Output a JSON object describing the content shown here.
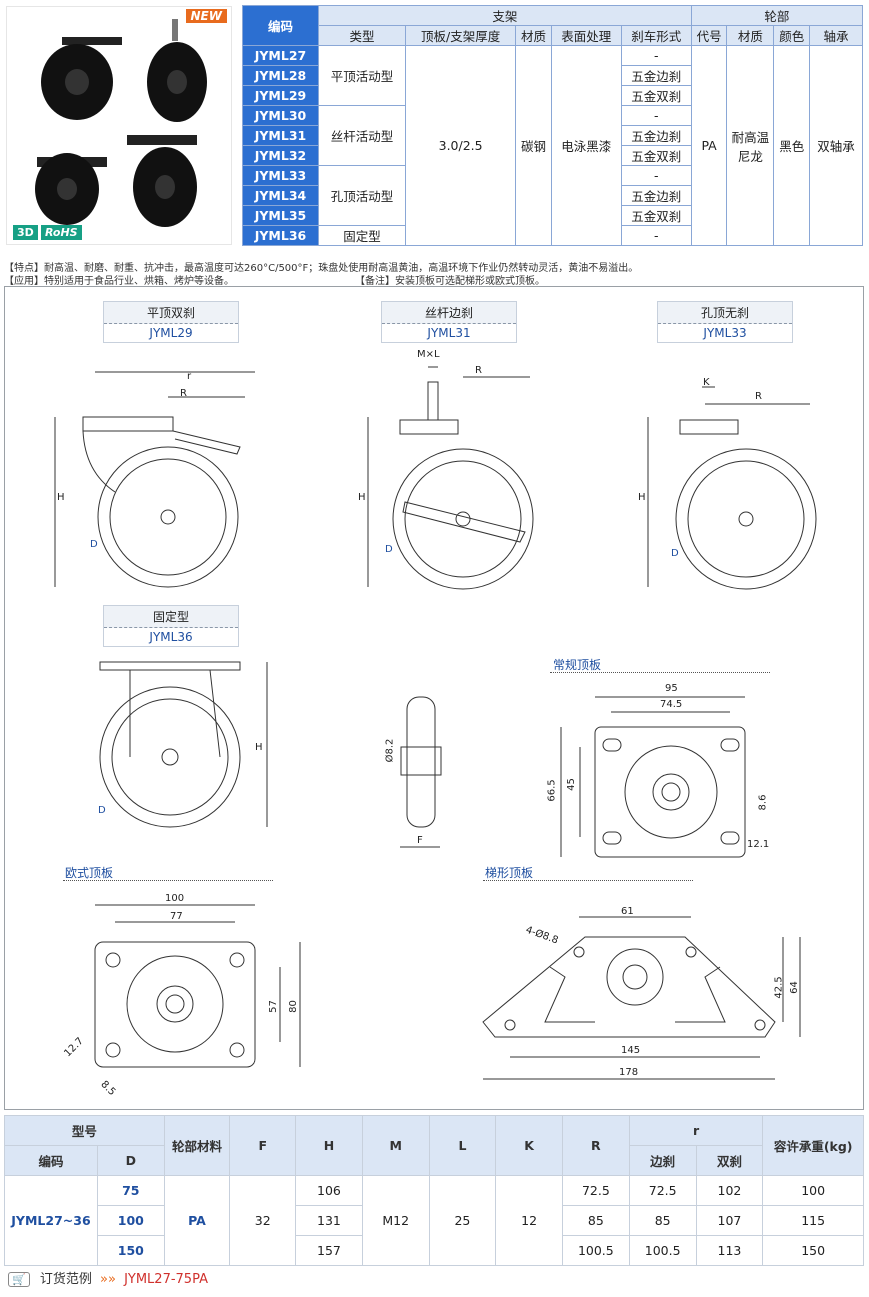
{
  "badges": {
    "new": "NEW",
    "d3": "3D",
    "rohs": "RoHS"
  },
  "spec_table": {
    "header": {
      "code": "编码",
      "bracket": "支架",
      "wheel": "轮部"
    },
    "subheader": {
      "type": "类型",
      "thickness": "顶板/支架厚度",
      "material": "材质",
      "surface": "表面处理",
      "brake": "刹车形式",
      "wcode": "代号",
      "wmaterial": "材质",
      "color": "颜色",
      "bearing": "轴承"
    },
    "codes": [
      "JYML27",
      "JYML28",
      "JYML29",
      "JYML30",
      "JYML31",
      "JYML32",
      "JYML33",
      "JYML34",
      "JYML35",
      "JYML36"
    ],
    "types": [
      "平顶活动型",
      "丝杆活动型",
      "孔顶活动型",
      "固定型"
    ],
    "thickness": "3.0/2.5",
    "material": "碳钢",
    "surface": "电泳黑漆",
    "brakes": [
      "-",
      "五金边刹",
      "五金双刹",
      "-",
      "五金边刹",
      "五金双刹",
      "-",
      "五金边刹",
      "五金双刹",
      "-"
    ],
    "wheel_code": "PA",
    "wheel_material": "耐高温尼龙",
    "wheel_color": "黑色",
    "bearing": "双轴承"
  },
  "notes": {
    "feature": "【特点】耐高温、耐磨、耐重、抗冲击，最高温度可达260°C/500°F；珠盘处使用耐高温黄油，高温环境下作业仍然转动灵活，黄油不易溢出。",
    "application": "【应用】特别适用于食品行业、烘箱、烤炉等设备。",
    "remark": "【备注】安装顶板可选配梯形或欧式顶板。"
  },
  "drawing_labels": [
    {
      "title": "平顶双刹",
      "code": "JYML29"
    },
    {
      "title": "丝杆边刹",
      "code": "JYML31"
    },
    {
      "title": "孔顶无刹",
      "code": "JYML33"
    },
    {
      "title": "固定型",
      "code": "JYML36"
    }
  ],
  "sections": {
    "regular": "常规顶板",
    "euro": "欧式顶板",
    "trap": "梯形顶板"
  },
  "dims": {
    "r": "r",
    "R": "R",
    "H": "H",
    "D": "D",
    "ML": "M×L",
    "K": "K",
    "F": "F",
    "dia82": "Ø8.2",
    "reg_95": "95",
    "reg_745": "74.5",
    "reg_665": "66.5",
    "reg_45": "45",
    "reg_86": "8.6",
    "reg_121": "12.1",
    "eu_100": "100",
    "eu_77": "77",
    "eu_57": "57",
    "eu_80": "80",
    "eu_127": "12.7",
    "eu_85": "8.5",
    "tr_61": "61",
    "tr_4d88": "4-Ø8.8",
    "tr_425": "42.5",
    "tr_64": "64",
    "tr_145": "145",
    "tr_178": "178"
  },
  "bottom_table": {
    "h_model": "型号",
    "h_code": "编码",
    "h_d": "D",
    "h_wheel": "轮部材料",
    "h_f": "F",
    "h_h": "H",
    "h_m": "M",
    "h_l": "L",
    "h_k": "K",
    "h_R": "R",
    "h_r": "r",
    "h_side": "边刹",
    "h_double": "双刹",
    "h_load": "容许承重(kg)",
    "code": "JYML27~36",
    "wheel": "PA",
    "F": "32",
    "M": "M12",
    "L": "25",
    "K": "12",
    "rows": [
      {
        "D": "75",
        "H": "106",
        "R": "72.5",
        "side": "72.5",
        "double": "102",
        "load": "100"
      },
      {
        "D": "100",
        "H": "131",
        "R": "85",
        "side": "85",
        "double": "107",
        "load": "115"
      },
      {
        "D": "150",
        "H": "157",
        "R": "100.5",
        "side": "100.5",
        "double": "113",
        "load": "150"
      }
    ]
  },
  "order": {
    "label": "订货范例",
    "arrow": "»»",
    "value": "JYML27-75PA"
  }
}
